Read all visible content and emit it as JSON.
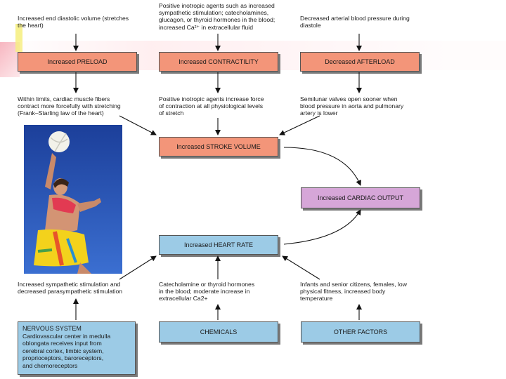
{
  "top_text": {
    "left": [
      "Increased end diastolic volume (stretches",
      "the heart)"
    ],
    "center": [
      "Positive inotropic agents such as increased",
      "sympathetic stimulation; catecholamines,",
      "glucagon, or thyroid hormones in the blood;",
      "increased Ca²⁺ in extracellular fluid"
    ],
    "right": [
      "Decreased arterial blood pressure during",
      "diastole"
    ]
  },
  "boxes": {
    "preload": "Increased PRELOAD",
    "contractility": "Increased CONTRACTILITY",
    "afterload": "Decreased AFTERLOAD",
    "stroke_volume": "Increased STROKE VOLUME",
    "cardiac_output": "Increased CARDIAC OUTPUT",
    "heart_rate": "Increased HEART RATE",
    "nervous_system_title": "NERVOUS SYSTEM",
    "chemicals": "CHEMICALS",
    "other_factors": "OTHER FACTORS"
  },
  "nervous_system_lines": [
    "Cardiovascular center in medulla",
    "oblongata receives input from",
    "cerebral cortex, limbic system,",
    "proprioceptors, baroreceptors,",
    "and chemoreceptors"
  ],
  "mid_text": {
    "left": [
      "Within limits, cardiac muscle fibers",
      "contract more forcefully with stretching",
      "(Frank–Starling law of the heart)"
    ],
    "center": [
      "Positive inotropic agents increase force",
      "of contraction at all physiological levels",
      "of stretch"
    ],
    "right": [
      "Semilunar valves open sooner when",
      "blood pressure in aorta and pulmonary",
      "artery is lower"
    ]
  },
  "lower_text": {
    "left": [
      "Increased sympathetic stimulation and",
      "decreased parasympathetic stimulation"
    ],
    "center": [
      "Catecholamine or thyroid hormones",
      "in the blood; moderate increase in",
      "extracellular Ca2+"
    ],
    "right": [
      "Infants and senior citizens, females, low",
      "physical fitness, increased body",
      "temperature"
    ]
  },
  "colors": {
    "salmon": "#f39579",
    "purple": "#d6a6d8",
    "blue": "#9ccbe6"
  }
}
